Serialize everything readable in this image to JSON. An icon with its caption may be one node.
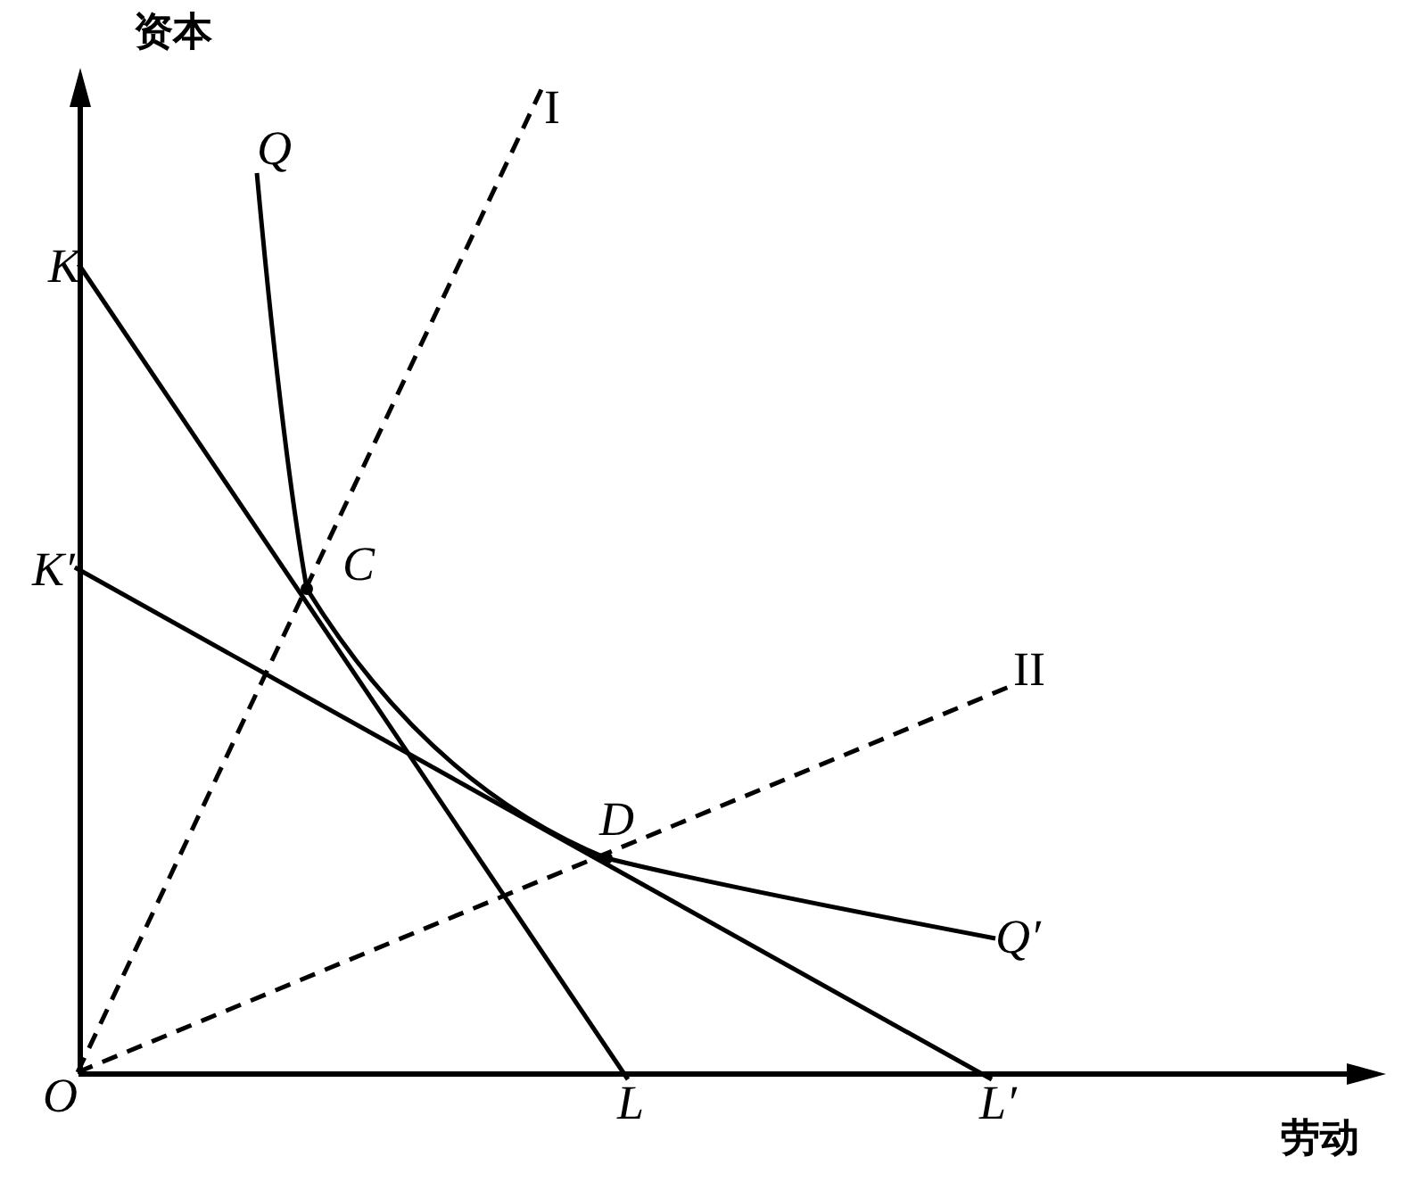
{
  "diagram": {
    "nodes": [
      {
        "text": [
          "K"
        ]
      },
      {
        "text": [
          "K′"
        ]
      },
      {
        "text": [
          "O"
        ]
      },
      {
        "text": [
          "L"
        ]
      },
      {
        "text": [
          "L′"
        ]
      },
      {
        "text": [
          "Q"
        ]
      },
      {
        "text": [
          "Q′"
        ]
      },
      {
        "text": [
          "I"
        ]
      },
      {
        "text": [
          "II"
        ]
      }
    ],
    "edges": [
      {
        "from": 0,
        "to": 3,
        "arrow": "none"
      },
      {
        "from": 1,
        "to": 4,
        "arrow": "none"
      },
      {
        "from": 2,
        "to": 7,
        "arrow": "none",
        "style": "dashed"
      },
      {
        "from": 2,
        "to": 8,
        "arrow": "none",
        "style": "dashed"
      },
      {
        "from": 5,
        "to": 6,
        "arrow": "none"
      }
    ],
    "labels": [
      "资本",
      "劳动",
      "C",
      "D"
    ]
  }
}
